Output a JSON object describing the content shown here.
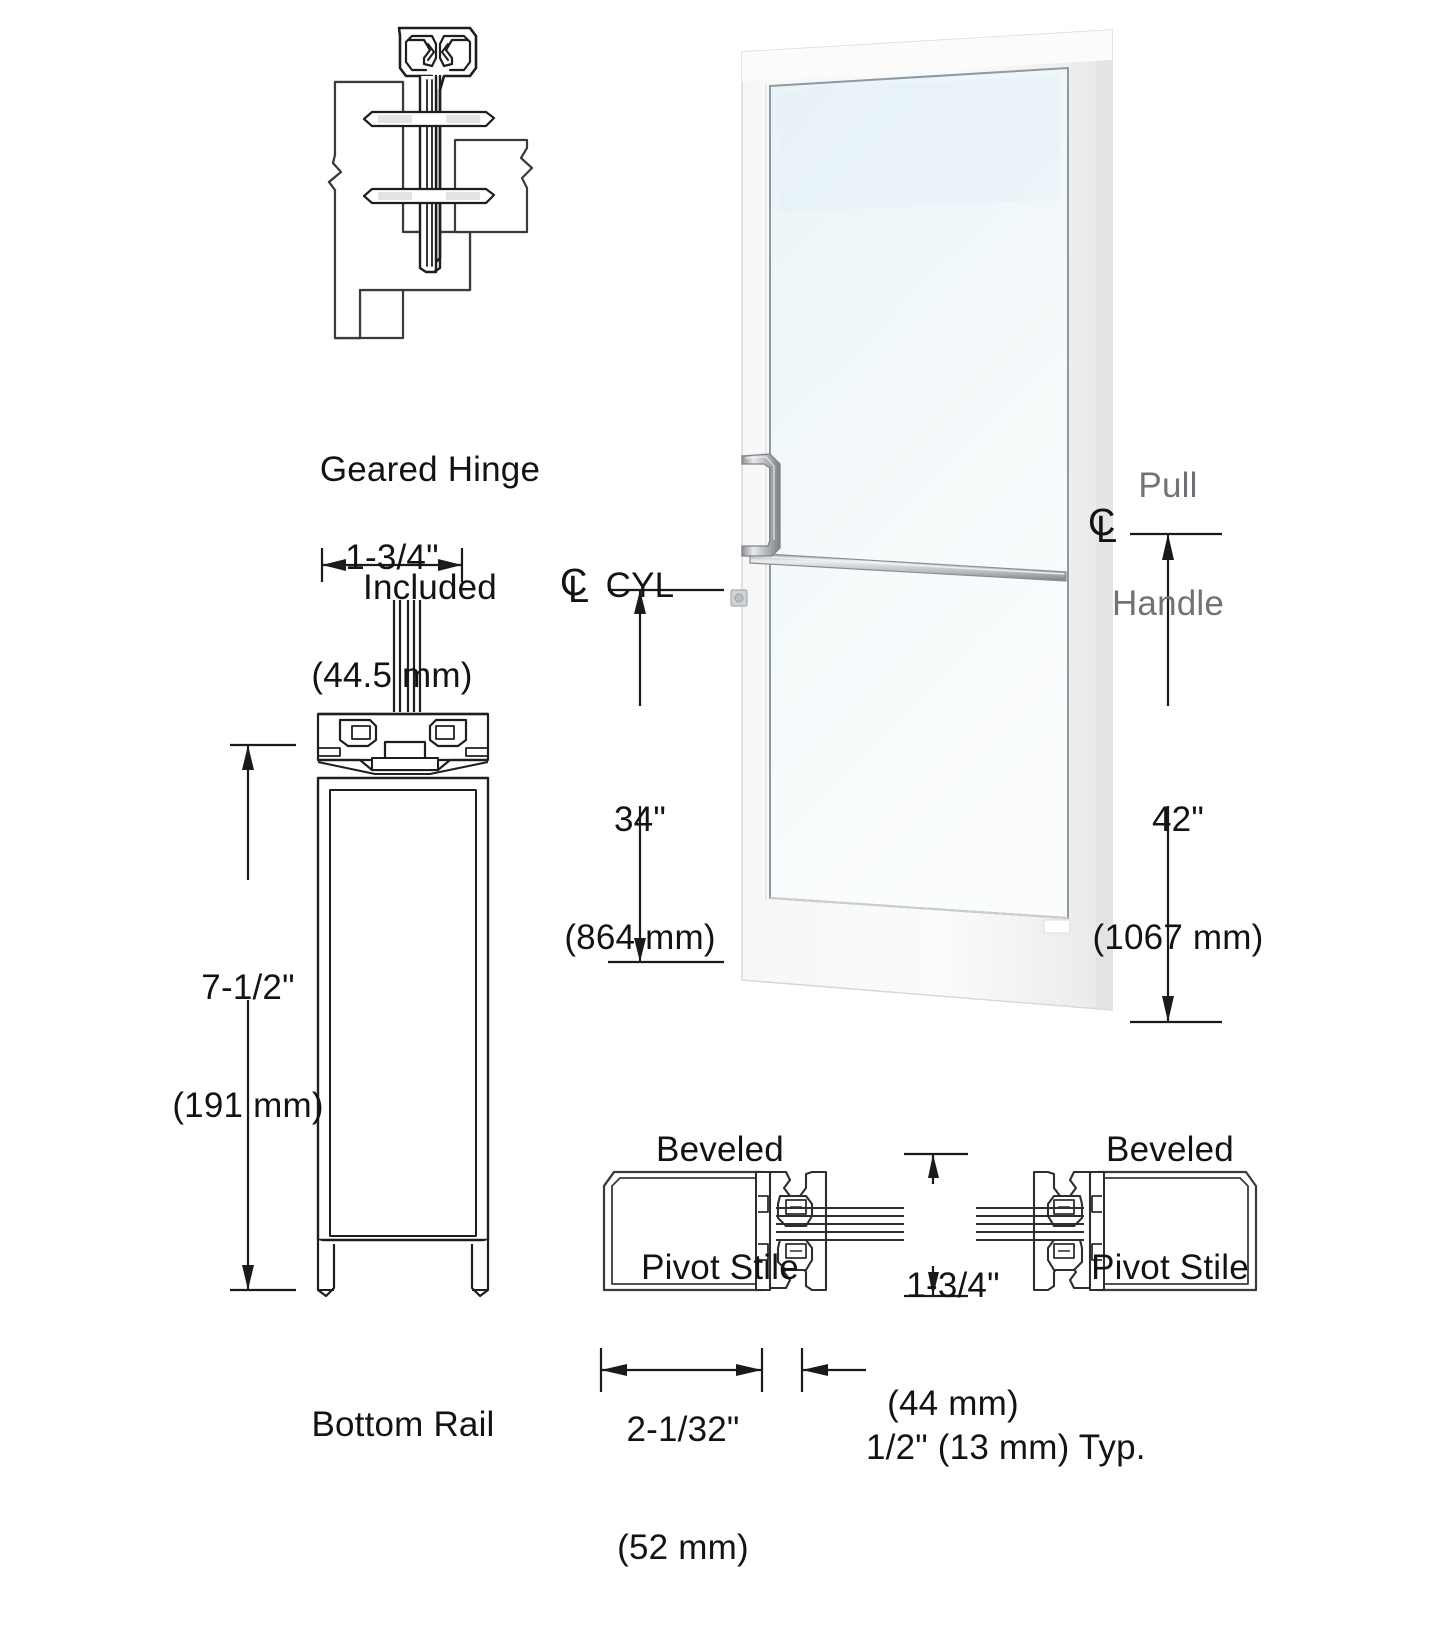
{
  "drawing": {
    "title": "Aluminum Entrance Door Detail Drawing",
    "background_color": "#ffffff",
    "line_color": "#1a1a1a",
    "door_frame_color": "#f2f2f2",
    "glass_color": "#eff6f8",
    "light_text_color": "#6f7277"
  },
  "labels": {
    "geared_hinge": {
      "line1": "Geared Hinge",
      "line2": "Included"
    },
    "hinge_width": {
      "line1": "1-3/4\"",
      "line2": "(44.5 mm)"
    },
    "bottom_rail_height": {
      "line1": "7-1/2\"",
      "line2": "(191 mm)"
    },
    "bottom_rail_title": "Bottom Rail",
    "cyl": {
      "line1": "CYL",
      "centerline_c": "C",
      "centerline_l": "L"
    },
    "cyl_height": {
      "line1": "34\"",
      "line2": "(864 mm)"
    },
    "pull_handle": {
      "line1": "Pull",
      "line2": "Handle",
      "centerline_c": "C",
      "centerline_l": "L"
    },
    "pull_handle_height": {
      "line1": "42\"",
      "line2": "(1067 mm)"
    },
    "beveled_pivot_stile_left": {
      "line1": "Beveled",
      "line2": "Pivot Stile"
    },
    "beveled_pivot_stile_right": {
      "line1": "Beveled",
      "line2": "Pivot Stile"
    },
    "stile_thickness": {
      "line1": "1-3/4\"",
      "line2": "(44 mm)"
    },
    "stile_depth": {
      "line1": "2-1/32\"",
      "line2": "(52 mm)"
    },
    "glass_bite": {
      "line1": "1/2\" (13 mm) Typ."
    }
  }
}
